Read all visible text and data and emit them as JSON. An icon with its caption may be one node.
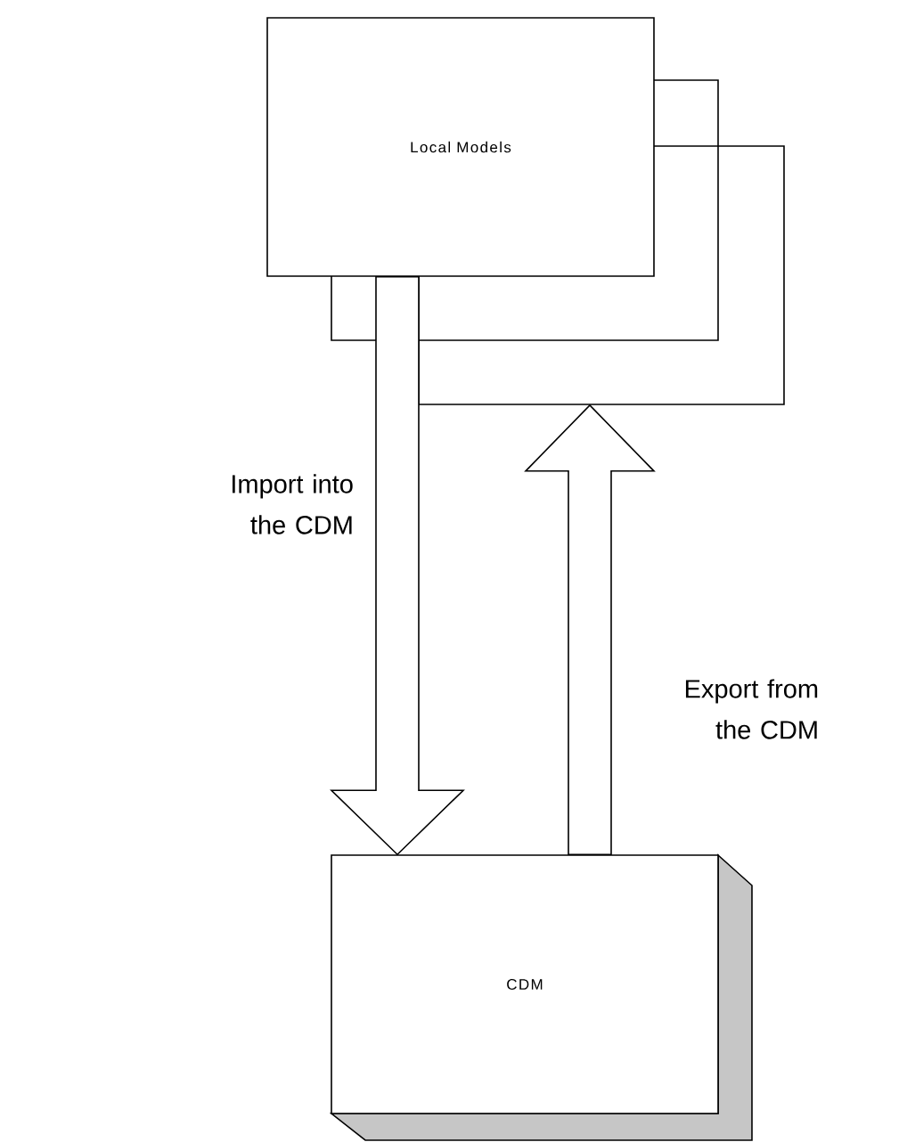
{
  "diagram": {
    "nodes": [
      {
        "text": [
          "Local Models"
        ]
      },
      {
        "text": [
          "CDM"
        ]
      }
    ],
    "edges": [
      {
        "from": 0,
        "to": 1,
        "arrow": "to",
        "label": "Import into the CDM"
      },
      {
        "from": 1,
        "to": 0,
        "arrow": "to",
        "label": "Export from the CDM"
      }
    ]
  }
}
